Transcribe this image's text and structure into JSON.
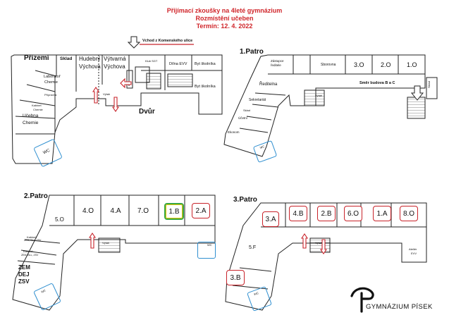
{
  "header": {
    "line1": "Přijímací zkoušky na 4leté gymnázium",
    "line2": "Rozmístění učeben",
    "line3": "Termín: 12. 4. 2022"
  },
  "entrance": {
    "label": "Vchod z Komenského ulice"
  },
  "ground": {
    "title": "Přízemí",
    "rooms": {
      "sklad": "Sklad",
      "hudebni1": "Hudební",
      "hudebni2": "Výchova",
      "vytvarna1": "Výtvarná",
      "vytvarna2": "Výchova",
      "dilna": "Dílna EVV",
      "byt1": "Byt školníka",
      "byt2": "Byt školníka",
      "klub": "Klub SGT",
      "lab1": "Laboratoř",
      "lab2": "Chemie",
      "pripravna": "Přípravna",
      "kabinet1": "Kabinet",
      "kabinet2": "Chemie",
      "ucebna1": "Učebna",
      "ucebna2": "Chemie",
      "wc": "WC",
      "vytah": "Výtah",
      "dvur": "Dvůr"
    }
  },
  "floor1": {
    "title": "1.Patro",
    "rooms": {
      "zastupce1": "Zástupce",
      "zastupce2": "ředitele",
      "reditelna": "Ředitelna",
      "sekretariat": "Sekretariát",
      "sklad": "Sklad",
      "ucetni": "Účetní",
      "ekonom": "Ekonom",
      "sborovna": "Sborovna",
      "r3o": "3.O",
      "r2o": "2.O",
      "r1o": "1.O",
      "smer": "Směr budova B a C",
      "vytah": "Výtah",
      "wc": "WC",
      "sklad_right": "Sklad"
    }
  },
  "floor2": {
    "title": "2.Patro",
    "rooms": {
      "r5o": "5.O",
      "r4o": "4.O",
      "r4a": "4.A",
      "r7o": "7.O",
      "r1b": "1.B",
      "r2a": "2.A",
      "kab1": "Kabinet",
      "kab1b": "ZEM, BLL, ZSV",
      "kab2": "Kabinet",
      "kab2b": "ZEM, BLL, ZSV",
      "zem": "ZEM",
      "dej": "DEJ",
      "zsv": "ZSV",
      "vytah": "Výtah",
      "wc": "WC",
      "wc2": "WC"
    }
  },
  "floor3": {
    "title": "3.Patro",
    "rooms": {
      "r3a": "3.A",
      "r4b": "4.B",
      "r2b": "2.B",
      "r6o": "6.O",
      "r1a": "1.A",
      "r8o": "8.O",
      "r5f": "5.F",
      "r3b": "3.B",
      "atelier1": "Ateliér",
      "atelier2": "EVV",
      "vytah": "Výtah",
      "wc": "WC"
    }
  },
  "logo": {
    "name": "GYMNÁZIUM PÍSEK"
  },
  "colors": {
    "accent": "#d0262b",
    "wc_border": "#2f8fd0",
    "room_border": "#c8232a",
    "highlight_green": "#3aa844",
    "highlight_yellow": "#e6c500"
  }
}
